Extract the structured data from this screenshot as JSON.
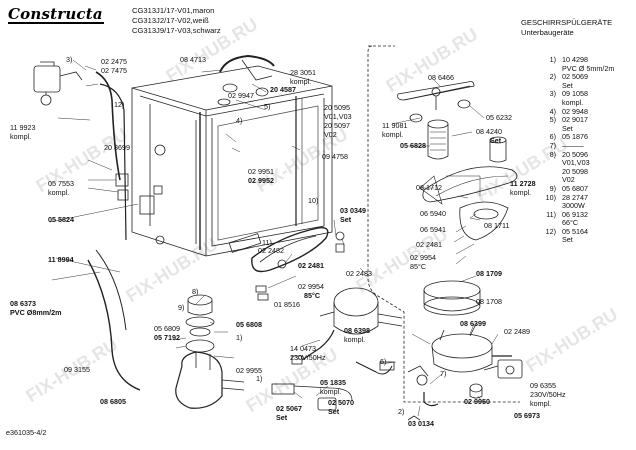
{
  "brand": {
    "logo": "Constructa"
  },
  "header": {
    "models": [
      "CG313J1/17-V01,maron",
      "CG313J2/17-V02,weiß",
      "CG313J9/17-V03,schwarz"
    ],
    "category": "GESCHIRRSPÜLGERÄTE",
    "subcategory": "Unterbaugeräte"
  },
  "watermark": "FIX-HUB.RU",
  "callouts": {
    "c_3": "3)",
    "c_02_2475a": "02 2475",
    "c_02_7475": "02 7475",
    "c_12": "12)",
    "c_11_9923": "11 9923",
    "c_kompl_a": "kompl.",
    "c_20_8699": "20 8699",
    "c_05_7553": "05 7553",
    "c_kompl_b": "kompl.",
    "c_05_5824": "05 5824",
    "c_11_8994": "11 8994",
    "c_08_6373": "08 6373",
    "c_pvc8": "PVC Ø8mm/2m",
    "c_09_3155": "09 3155",
    "c_08_6805": "08 6805",
    "c_08_4713": "08 4713",
    "c_28_3051": "28 3051",
    "c_kompl_c": "kompl.",
    "c_02_9947": "02 9947",
    "c_20_4587": "20 4587",
    "c_5": "5)",
    "c_4": "4)",
    "c_20_5095": "20 5095",
    "c_v01v03": "V01,V03",
    "c_20_5097": "20 5097",
    "c_v02": "V02",
    "c_02_9951": "02 9951",
    "c_02_9952": "02 9952",
    "c_09_4758": "09 4758",
    "c_10": "10)",
    "c_03_0349": "03 0349",
    "c_set_a": "Set",
    "c_02_2482": "02 2482",
    "c_11": "11)",
    "c_02_2481a": "02 2481",
    "c_8": "8)",
    "c_02_9954a": "02 9954",
    "c_85c_a": "85°C",
    "c_01_8516": "01 8516",
    "c_9": "9)",
    "c_05_6809": "05 6809",
    "c_05_7192": "05 7192",
    "c_05_6808": "05 6808",
    "c_1a": "1)",
    "c_14_0473": "14 0473",
    "c_230v": "230V/50Hz",
    "c_02_9955": "02 9955",
    "c_1b": "1)",
    "c_05_1835": "05 1835",
    "c_kompl_d": "kompl.",
    "c_02_5067": "02 5067",
    "c_set_b": "Set",
    "c_02_5070": "02 5070",
    "c_set_c": "Set",
    "c_11_9081": "11 9081",
    "c_kompl_e": "kompl.",
    "c_08_6466": "08 6466",
    "c_05_6232": "05 6232",
    "c_08_4240": "08 4240",
    "c_set_d": "Set",
    "c_05_6828": "05 6828",
    "c_08_1712": "08 1712",
    "c_11_2728": "11 2728",
    "c_kompl_f": "kompl.",
    "c_06_5940": "06 5940",
    "c_06_5941": "06 5941",
    "c_08_1711": "08 1711",
    "c_02_2481b": "02 2481",
    "c_02_9954b": "02 9954",
    "c_85c_b": "85°C",
    "c_02_2483": "02 2483",
    "c_08_1709": "08 1709",
    "c_08_1708": "08 1708",
    "c_08_6398": "08 6398",
    "c_kompl_g": "kompl.",
    "c_08_6399": "08 6399",
    "c_02_2489": "02 2489",
    "c_6": "6)",
    "c_7": "7)",
    "c_02_9950": "02 9950",
    "c_05_6973": "05 6973",
    "c_03_0134": "03 0134",
    "c_2": "2)"
  },
  "parts_list": [
    {
      "n": "1)",
      "t": "10 4298\nPVC Ø 5mm/2m"
    },
    {
      "n": "2)",
      "t": "02 5069\nSet"
    },
    {
      "n": "3)",
      "t": "09 1058\nkompl."
    },
    {
      "n": "4)",
      "t": "02 9948"
    },
    {
      "n": "5)",
      "t": "02 9017\nSet"
    },
    {
      "n": "6)",
      "t": "05 1876"
    },
    {
      "n": "7)",
      "t": "———"
    },
    {
      "n": "8)",
      "t": "20 5096\nV01,V03\n20 5098\nV02"
    },
    {
      "n": "9)",
      "t": "05 6807"
    },
    {
      "n": "10)",
      "t": "28 2747\n3000W"
    },
    {
      "n": "11)",
      "t": "06 9132\n66°C"
    },
    {
      "n": "12)",
      "t": "05 5164\nSet"
    }
  ],
  "footer": {
    "code": "e361035-4/2"
  },
  "parts_list_side": {
    "set_c": "Set",
    "c_09_6355": "09 6355",
    "c_230v_b": "230V/50Hz",
    "c_kompl_h": "kompl."
  }
}
